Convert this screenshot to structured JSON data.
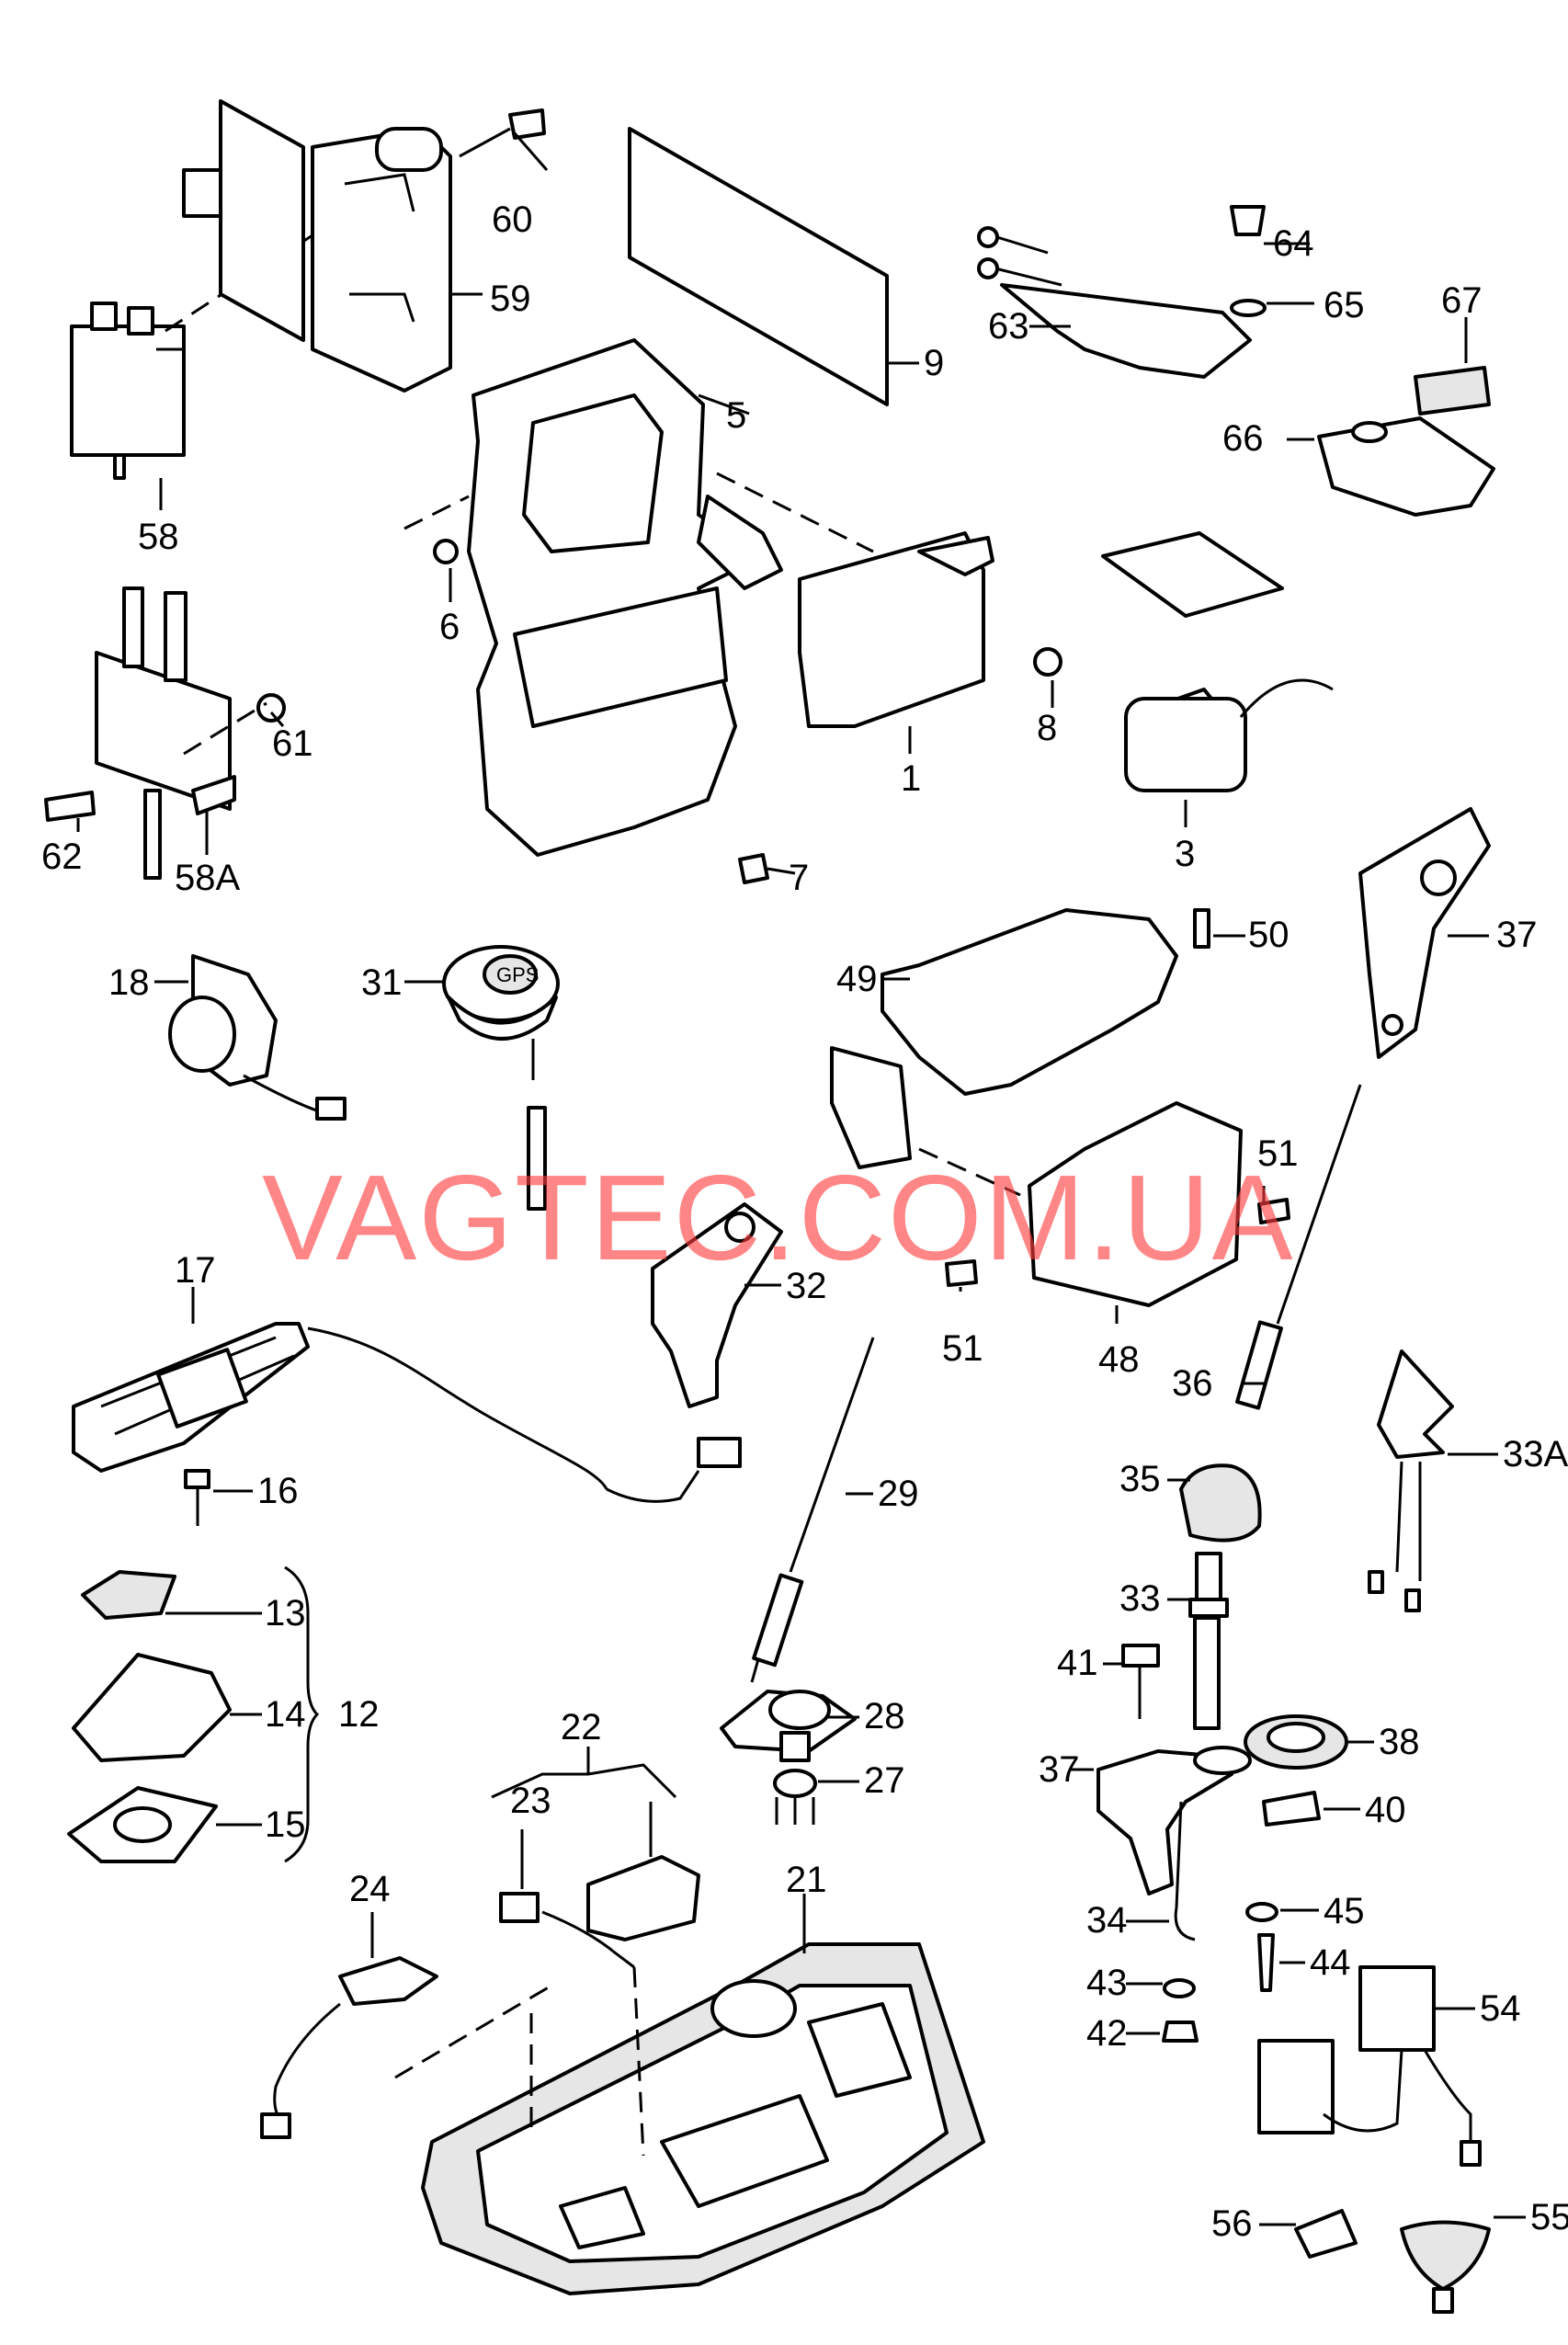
{
  "watermark": "VAGTEC.COM.UA",
  "watermark_color": "#ff3b3b",
  "gps_badge": "GPS",
  "labels": {
    "l1": "1",
    "l3": "3",
    "l5": "5",
    "l6": "6",
    "l7": "7",
    "l8": "8",
    "l9": "9",
    "l12": "12",
    "l13": "13",
    "l14": "14",
    "l15": "15",
    "l16": "16",
    "l17": "17",
    "l18": "18",
    "l21": "21",
    "l22": "22",
    "l23": "23",
    "l24": "24",
    "l27": "27",
    "l28": "28",
    "l29": "29",
    "l31": "31",
    "l32": "32",
    "l33": "33",
    "l33A": "33A",
    "l34": "34",
    "l35": "35",
    "l36": "36",
    "l37a": "37",
    "l37b": "37",
    "l38": "38",
    "l40": "40",
    "l41": "41",
    "l42": "42",
    "l43": "43",
    "l44": "44",
    "l45": "45",
    "l48": "48",
    "l49": "49",
    "l50": "50",
    "l51a": "51",
    "l51b": "51",
    "l54": "54",
    "l55": "55",
    "l56": "56",
    "l58": "58",
    "l58A": "58A",
    "l59": "59",
    "l60": "60",
    "l61": "61",
    "l62": "62",
    "l63": "63",
    "l64": "64",
    "l65": "65",
    "l66": "66",
    "l67": "67"
  }
}
